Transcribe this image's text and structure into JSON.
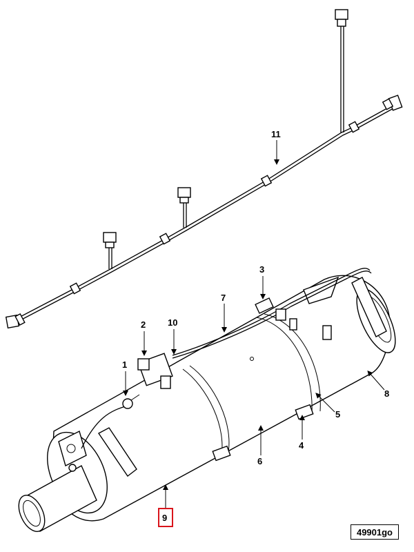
{
  "callouts": [
    {
      "id": "1",
      "label": "1"
    },
    {
      "id": "2",
      "label": "2"
    },
    {
      "id": "3",
      "label": "3"
    },
    {
      "id": "4",
      "label": "4"
    },
    {
      "id": "5",
      "label": "5"
    },
    {
      "id": "6",
      "label": "6"
    },
    {
      "id": "7",
      "label": "7"
    },
    {
      "id": "8",
      "label": "8"
    },
    {
      "id": "9",
      "label": "9"
    },
    {
      "id": "10",
      "label": "10"
    },
    {
      "id": "11",
      "label": "11"
    }
  ],
  "highlight": {
    "label": "9",
    "color": "#d9141b"
  },
  "figure_id": "49901go"
}
